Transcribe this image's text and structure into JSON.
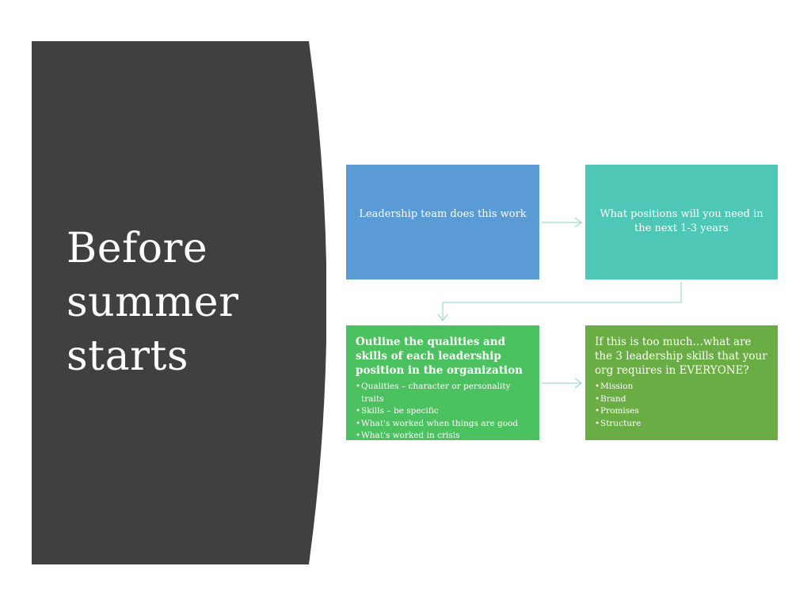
{
  "slide": {
    "title_lines": [
      "Before",
      "summer",
      "starts"
    ]
  },
  "colors": {
    "side_panel": "#404040",
    "box_1": "#5b9bd5",
    "box_2": "#4fc7b6",
    "box_3": "#4cc160",
    "box_4": "#6aad44",
    "connector": "#8ad3c4"
  },
  "flow": {
    "step1": {
      "text": "Leadership team does this work"
    },
    "step2": {
      "text": "What positions will you need in the next 1-3 years"
    },
    "step3": {
      "heading": "Outline the qualities and skills of each leadership position in the organization",
      "bullets": [
        "Qualities – character or personality traits",
        "Skills – be specific",
        "What's worked when things are good",
        "What's worked in crisis"
      ]
    },
    "step4": {
      "heading": "If this is too much…what are the 3 leadership skills that your org requires in EVERYONE?",
      "bullets": [
        "Mission",
        "Brand",
        "Promises",
        "Structure"
      ]
    }
  },
  "icons": [
    "arrow-right-icon",
    "elbow-arrow-down-icon"
  ]
}
